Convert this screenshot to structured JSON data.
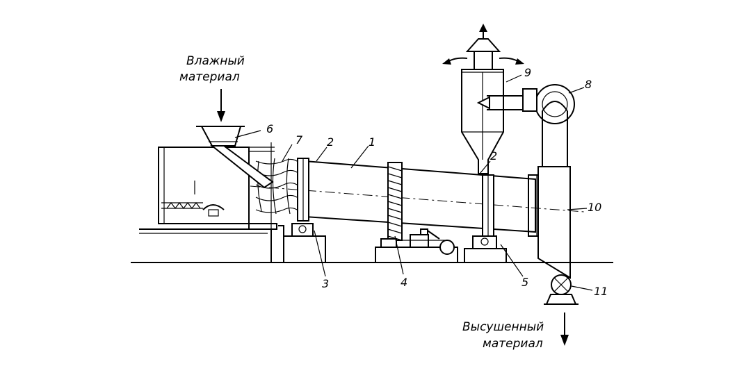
{
  "labels": {
    "input_line1": "Влажный",
    "input_line2": "материал",
    "output_line1": "Высушенный",
    "output_line2": "материал"
  },
  "parts": [
    {
      "id": "1",
      "label": "1"
    },
    {
      "id": "2a",
      "label": "2"
    },
    {
      "id": "2b",
      "label": "2"
    },
    {
      "id": "3",
      "label": "3"
    },
    {
      "id": "4",
      "label": "4"
    },
    {
      "id": "5",
      "label": "5"
    },
    {
      "id": "6",
      "label": "6"
    },
    {
      "id": "7",
      "label": "7"
    },
    {
      "id": "8",
      "label": "8"
    },
    {
      "id": "9",
      "label": "9"
    },
    {
      "id": "10",
      "label": "10"
    },
    {
      "id": "11",
      "label": "11"
    }
  ]
}
